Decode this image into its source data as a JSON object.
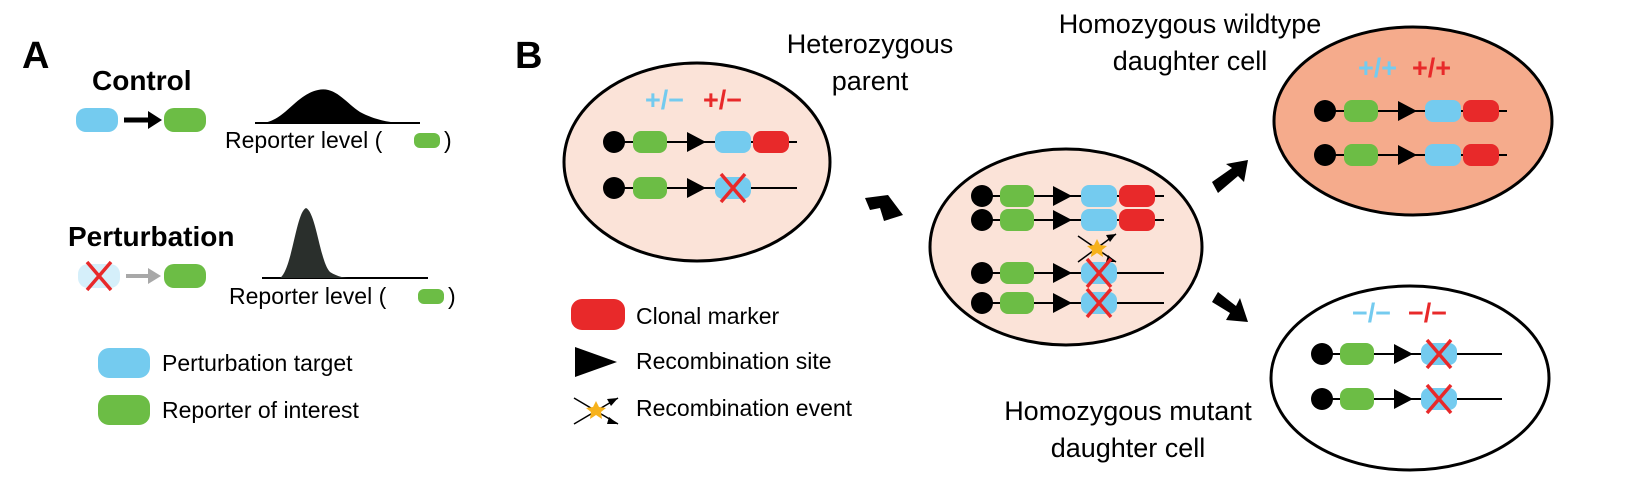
{
  "panel_a": {
    "label": "A",
    "control_title": "Control",
    "perturbation_title": "Perturbation",
    "reporter_axis_prefix": "Reporter level (",
    "reporter_axis_suffix": ")",
    "legend": {
      "target": "Perturbation target",
      "reporter": "Reporter of interest"
    }
  },
  "panel_b": {
    "label": "B",
    "parent_title_1": "Heterozygous",
    "parent_title_2": "parent",
    "parent_genotype_blue": "+/−",
    "parent_genotype_red": "+/−",
    "wt_title_1": "Homozygous wildtype",
    "wt_title_2": "daughter cell",
    "wt_genotype_blue": "+/+",
    "wt_genotype_red": "+/+",
    "mut_title_1": "Homozygous mutant",
    "mut_title_2": "daughter cell",
    "mut_genotype_blue": "−/−",
    "mut_genotype_red": "−/−",
    "legend": {
      "clonal": "Clonal marker",
      "site": "Recombination site",
      "event": "Recombination event"
    }
  },
  "colors": {
    "blue": "#74cbef",
    "green": "#6cbd45",
    "red": "#e8292a",
    "cell_light": "#fbe3d8",
    "cell_wt": "#f5ab8c",
    "star": "#f7b21b",
    "dark_peak": "#2a2f2c"
  }
}
